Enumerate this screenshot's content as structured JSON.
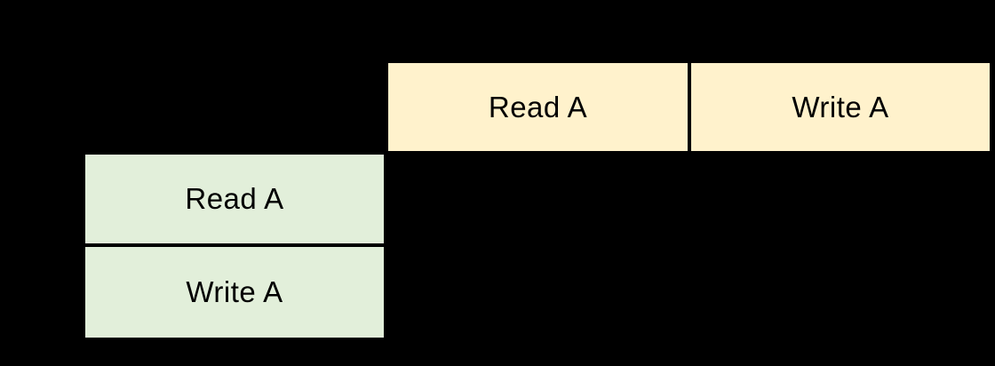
{
  "canvas": {
    "background_color": "#000000"
  },
  "diagram": {
    "top_transaction": {
      "fill_color": "#FFF2CC",
      "border_color": "#000000",
      "operations": [
        {
          "label": "Read A"
        },
        {
          "label": "Write A"
        }
      ]
    },
    "left_transaction": {
      "fill_color": "#E2EFDA",
      "border_color": "#000000",
      "operations": [
        {
          "label": "Read A"
        },
        {
          "label": "Write A"
        }
      ]
    }
  }
}
